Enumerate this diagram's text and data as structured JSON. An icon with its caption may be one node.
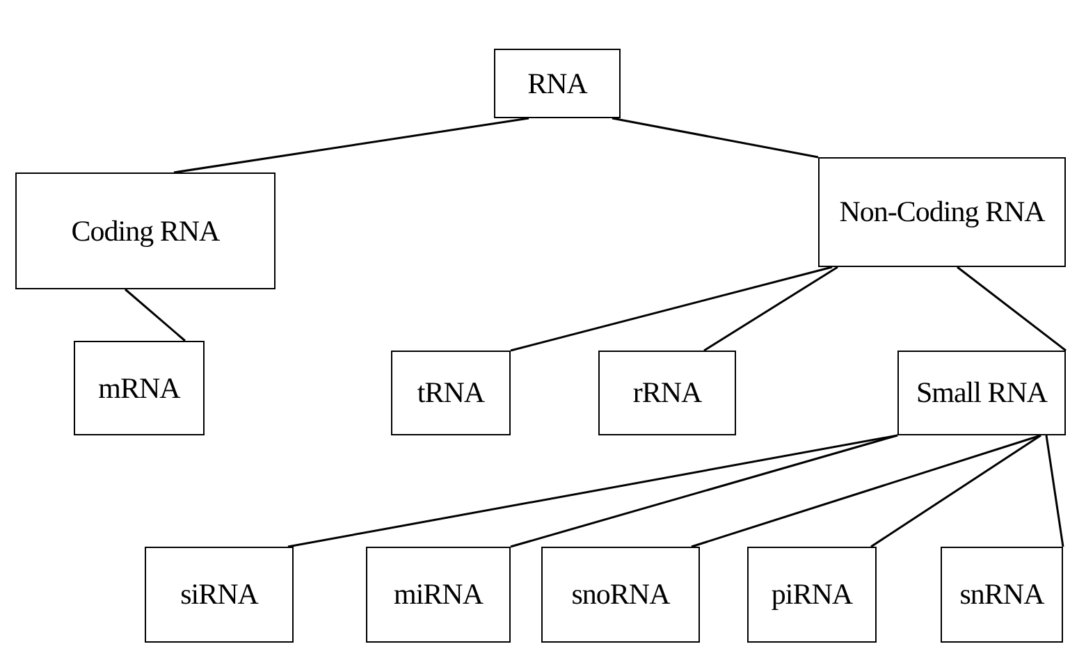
{
  "diagram": {
    "nodes": [
      {
        "text": [
          "RNA"
        ]
      },
      {
        "text": [
          "Coding RNA"
        ]
      },
      {
        "text": [
          "Non-Coding RNA"
        ]
      },
      {
        "text": [
          "mRNA"
        ]
      },
      {
        "text": [
          "tRNA"
        ]
      },
      {
        "text": [
          "rRNA"
        ]
      },
      {
        "text": [
          "Small RNA"
        ]
      },
      {
        "text": [
          "siRNA"
        ]
      },
      {
        "text": [
          "miRNA"
        ]
      },
      {
        "text": [
          "snoRNA"
        ]
      },
      {
        "text": [
          "piRNA"
        ]
      },
      {
        "text": [
          "snRNA"
        ]
      }
    ],
    "edges": [
      {
        "from": 0,
        "to": 1,
        "arrow": "none"
      },
      {
        "from": 0,
        "to": 2,
        "arrow": "none"
      },
      {
        "from": 1,
        "to": 3,
        "arrow": "none"
      },
      {
        "from": 2,
        "to": 4,
        "arrow": "none"
      },
      {
        "from": 2,
        "to": 5,
        "arrow": "none"
      },
      {
        "from": 2,
        "to": 6,
        "arrow": "none"
      },
      {
        "from": 6,
        "to": 7,
        "arrow": "none"
      },
      {
        "from": 6,
        "to": 8,
        "arrow": "none"
      },
      {
        "from": 6,
        "to": 9,
        "arrow": "none"
      },
      {
        "from": 6,
        "to": 10,
        "arrow": "none"
      },
      {
        "from": 6,
        "to": 11,
        "arrow": "none"
      }
    ]
  }
}
